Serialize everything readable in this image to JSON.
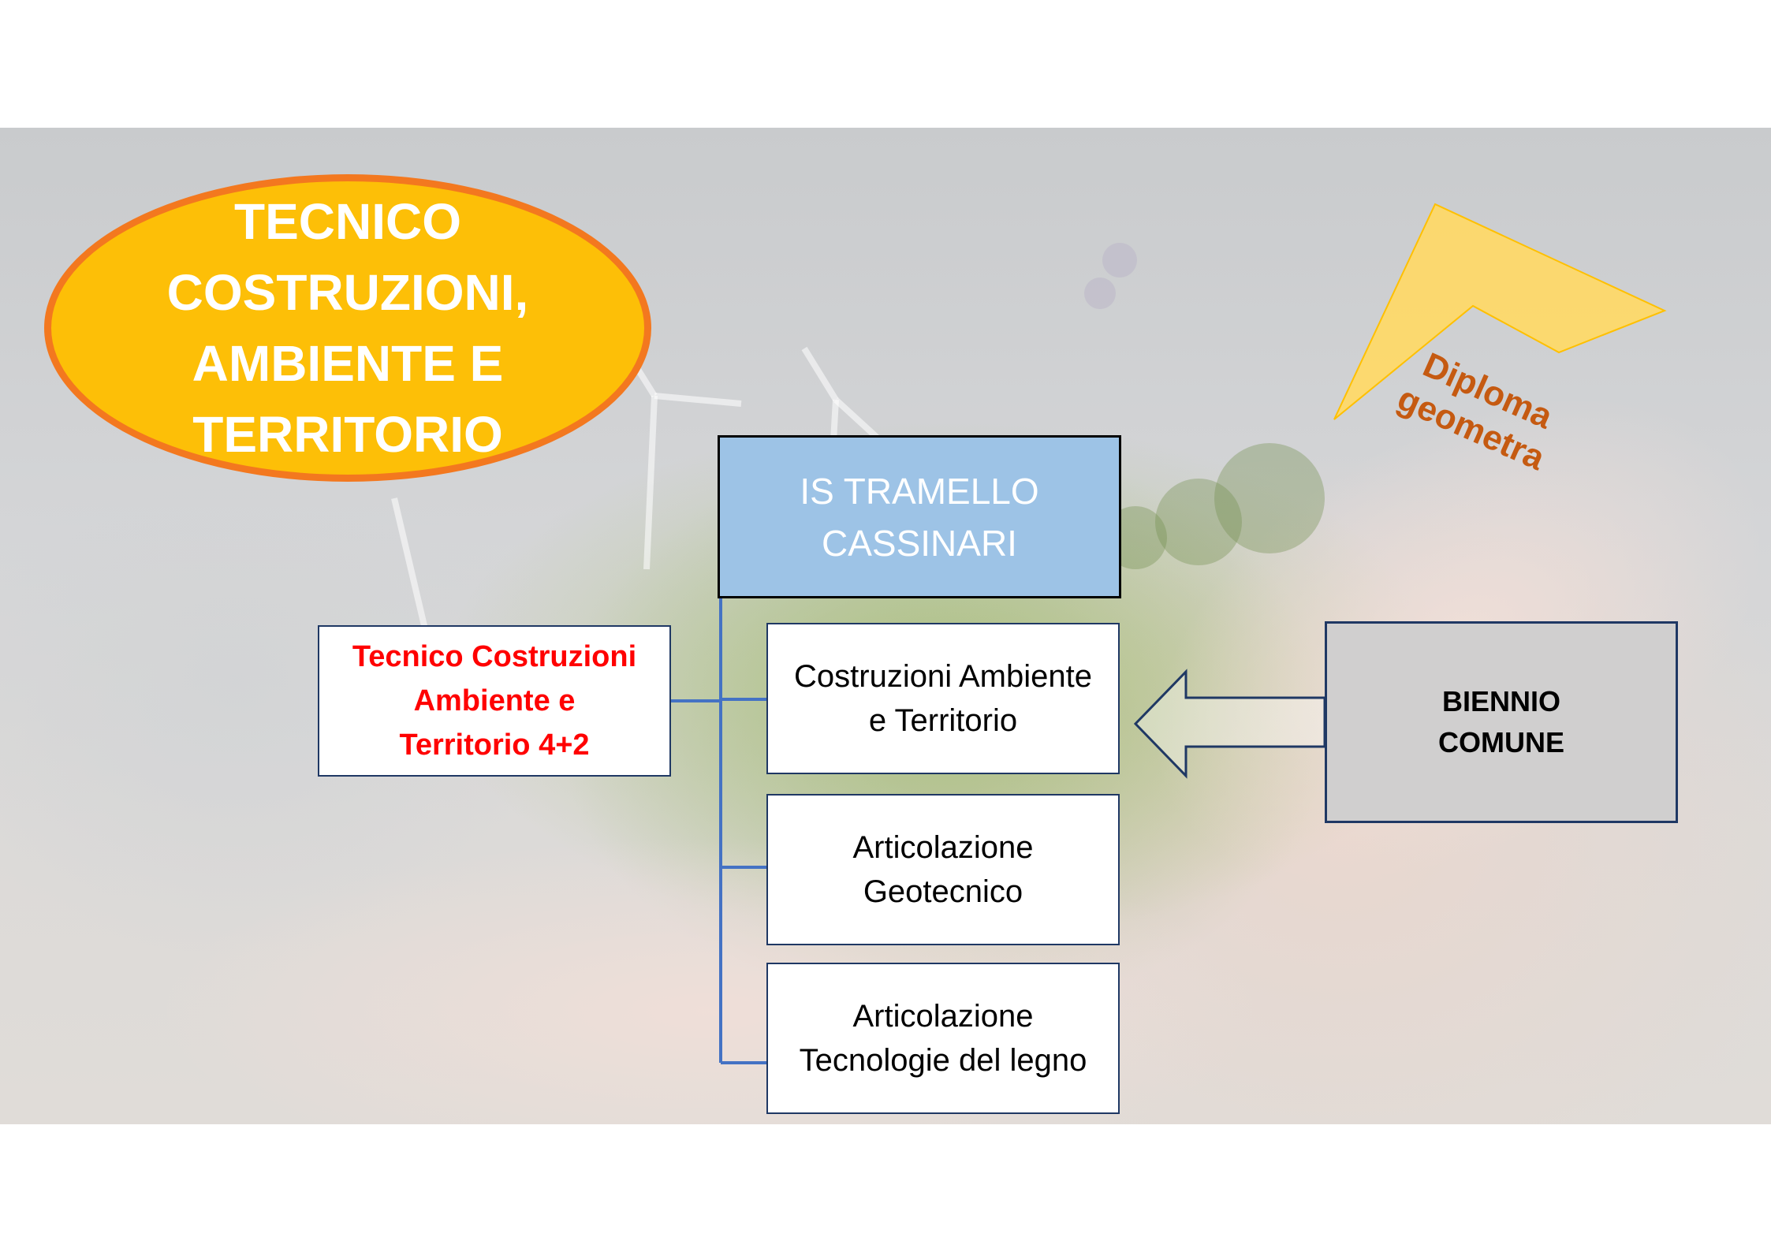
{
  "title": "TECNICO\nCOSTRUZIONI,\nAMBIENTE E\nTERRITORIO",
  "diploma_label": "Diploma\ngeometra",
  "tree": {
    "root": "IS TRAMELLO\nCASSINARI",
    "children": [
      "Costruzioni Ambiente\ne Territorio",
      "Articolazione\nGeotecnico",
      "Articolazione\nTecnologie del legno"
    ]
  },
  "left_box": "Tecnico Costruzioni\nAmbiente e\nTerritorio 4+2",
  "biennio_box": "BIENNIO\nCOMUNE",
  "colors": {
    "ellipse_fill": "#fdbf07",
    "ellipse_border": "#f3781f",
    "root_fill": "#9dc3e6",
    "connector": "#4472c4",
    "left_text": "#ff0000",
    "diploma_text": "#c55a11",
    "arrow_fill": "#ffd966",
    "biennio_fill": "#d0cfcf"
  },
  "icons": {
    "bent_arrow": "bent-arrow-icon",
    "left_arrow": "left-arrow-icon"
  }
}
